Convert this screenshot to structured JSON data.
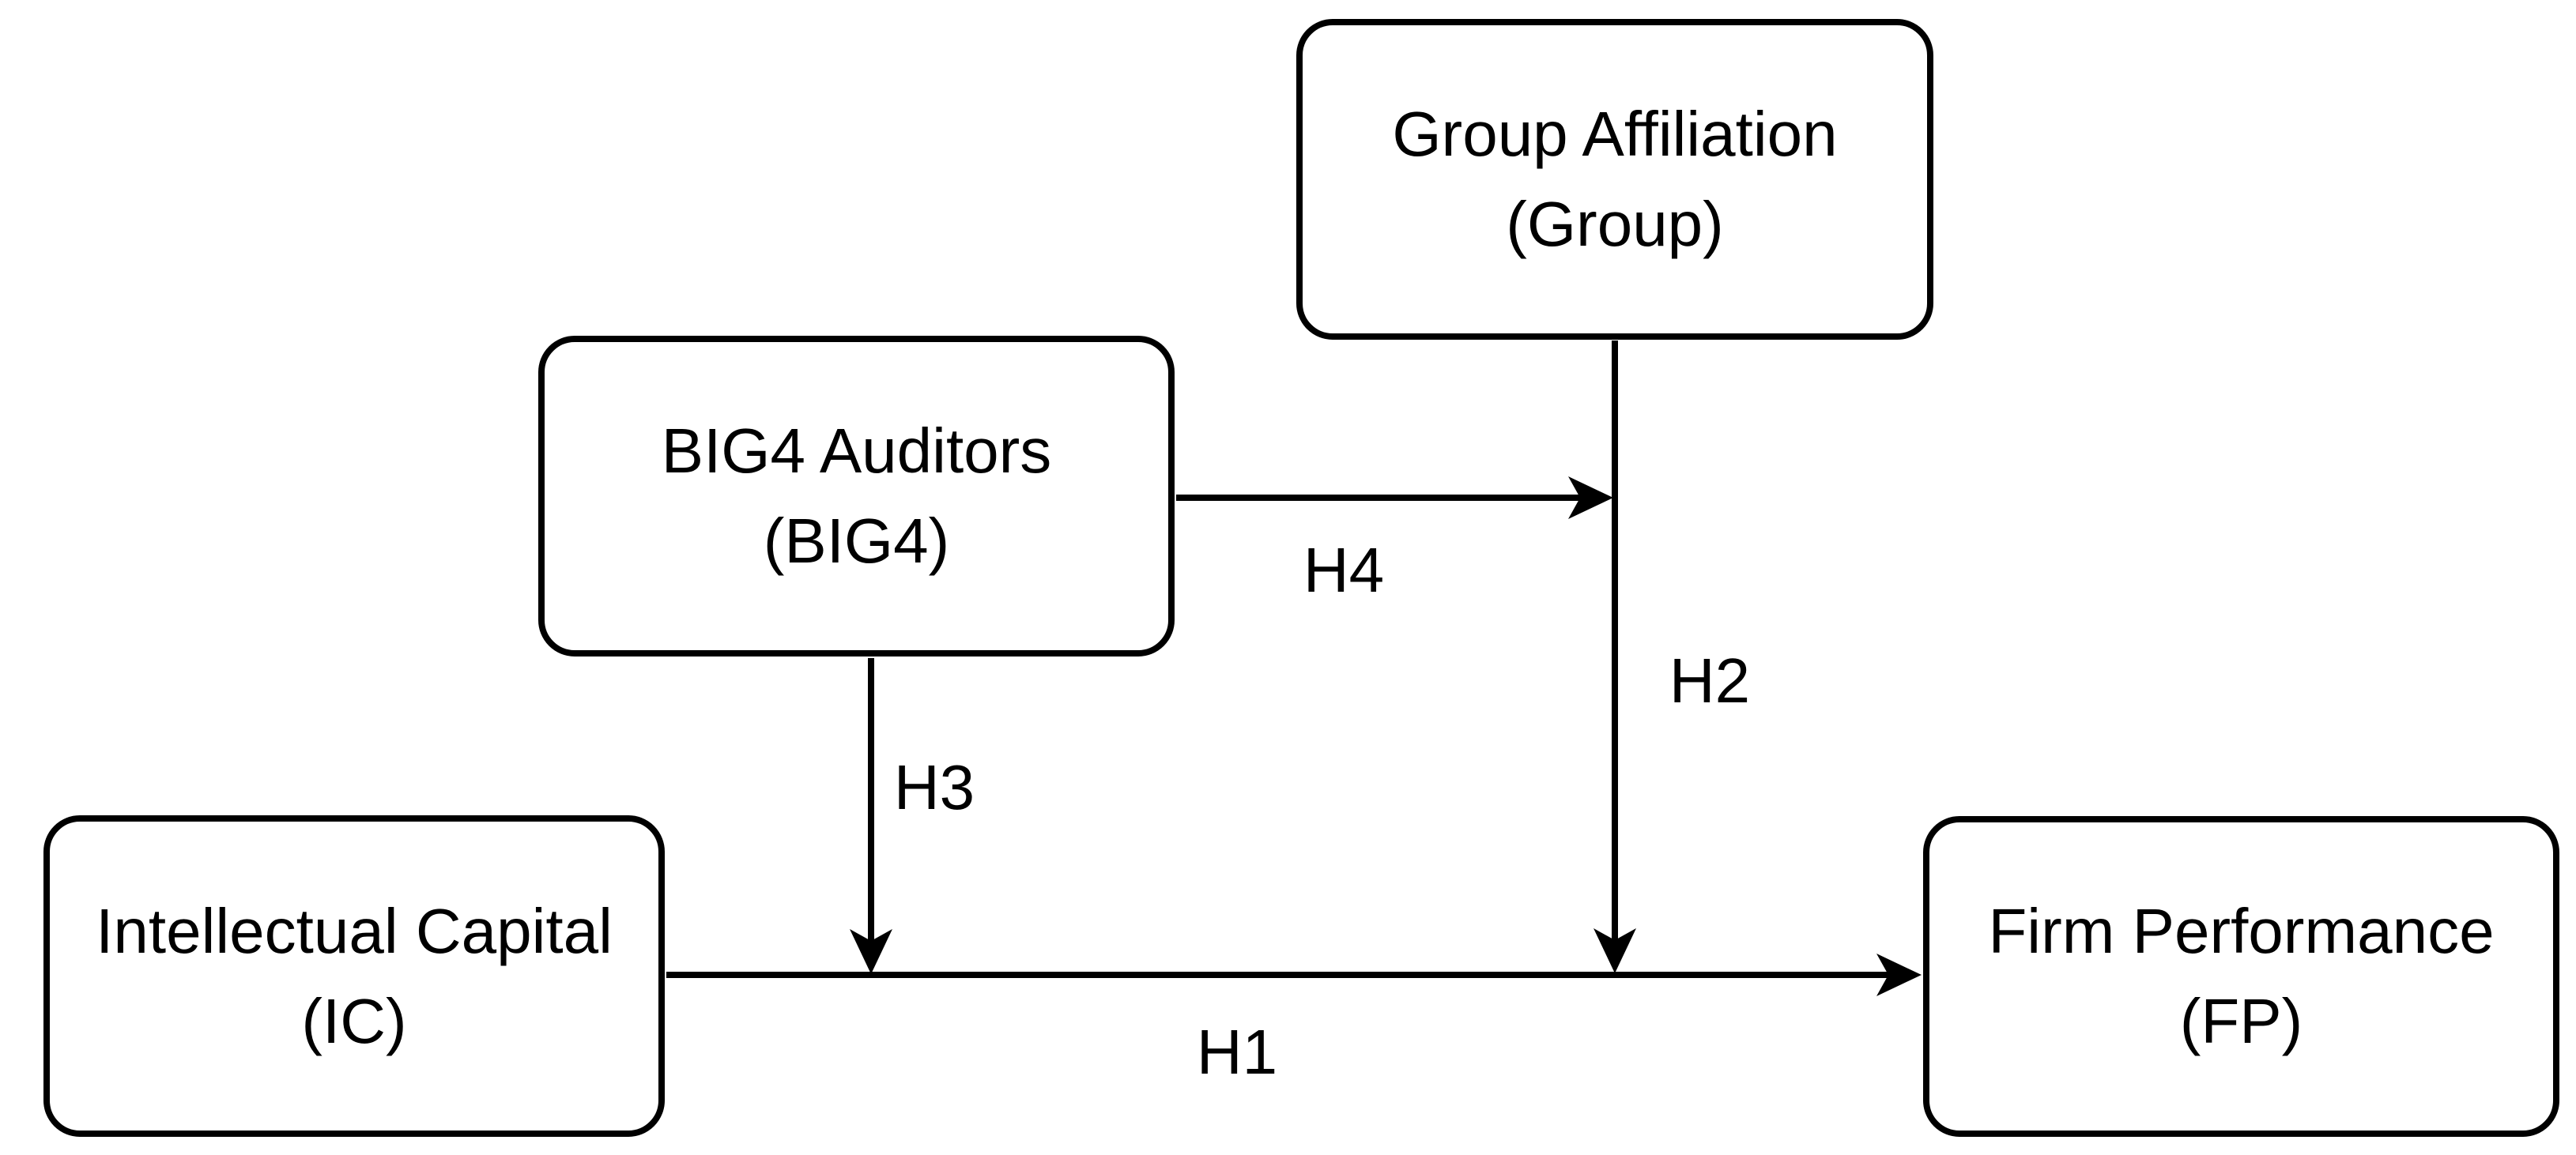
{
  "page": {
    "background_color": "#ffffff",
    "ink_color": "#000000"
  },
  "diagram": {
    "type": "conceptual-model",
    "nodes": {
      "group_affiliation": {
        "name": "Group Affiliation",
        "abbr": "(Group)"
      },
      "big4_auditors": {
        "name": "BIG4 Auditors",
        "abbr": "(BIG4)"
      },
      "intellectual_capital": {
        "name": "Intellectual Capital",
        "abbr": "(IC)"
      },
      "firm_performance": {
        "name": "Firm Performance",
        "abbr": "(FP)"
      }
    },
    "hypotheses": {
      "h1": {
        "label": "H1",
        "from": "intellectual_capital",
        "to": "firm_performance"
      },
      "h2": {
        "label": "H2",
        "from": "group_affiliation",
        "to": "h1-arrow-path"
      },
      "h3": {
        "label": "H3",
        "from": "big4_auditors",
        "to": "h1-arrow-path"
      },
      "h4": {
        "label": "H4",
        "from": "big4_auditors",
        "to": "h2-arrow-path"
      }
    }
  }
}
